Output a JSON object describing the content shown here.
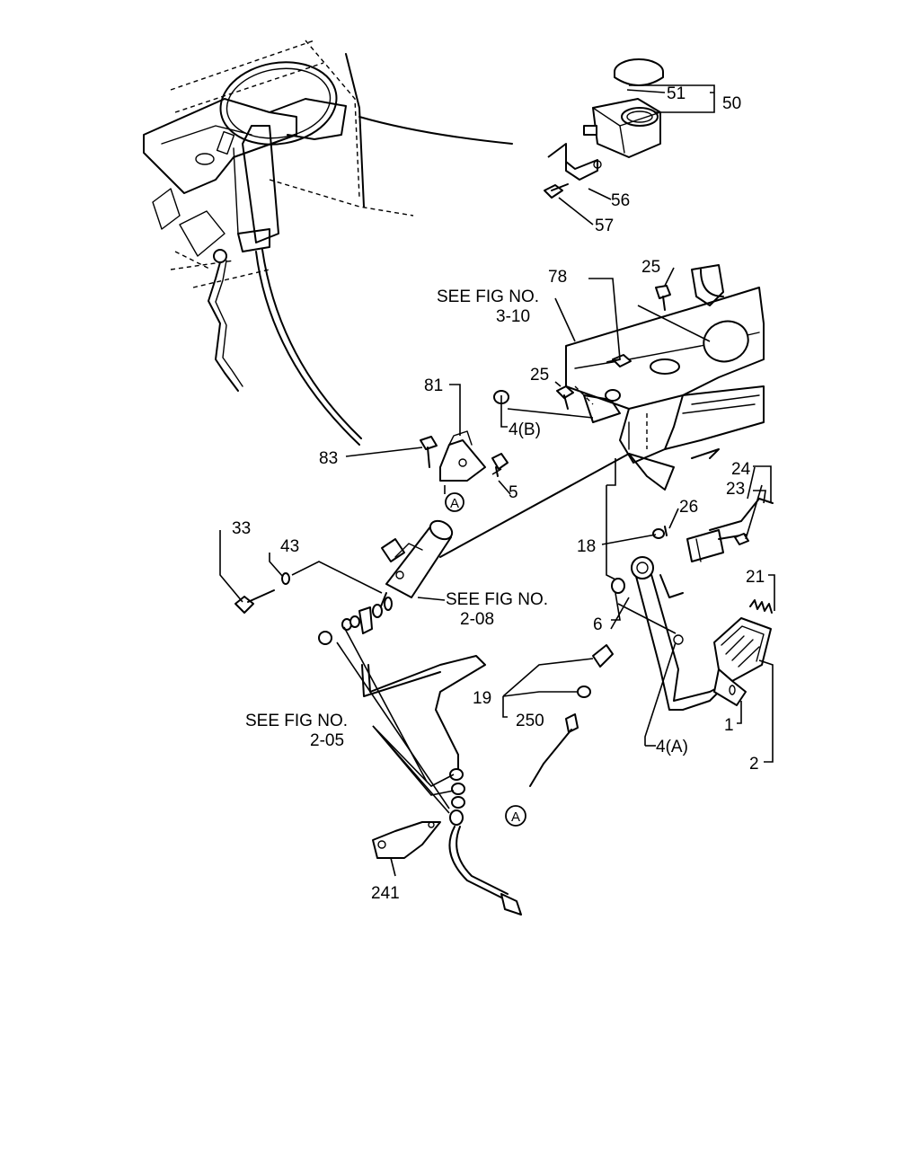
{
  "labels": {
    "p51": "51",
    "p50": "50",
    "p56": "56",
    "p57": "57",
    "p78": "78",
    "p25a": "25",
    "p25b": "25",
    "p81": "81",
    "p4b": "4(B)",
    "p83": "83",
    "p5": "5",
    "p24": "24",
    "p23": "23",
    "p26": "26",
    "p18": "18",
    "p33": "33",
    "p43": "43",
    "p21": "21",
    "p6": "6",
    "p19": "19",
    "p250": "250",
    "p1": "1",
    "p4a": "4(A)",
    "p2": "2",
    "p241": "241"
  },
  "refs": {
    "fig310_l1": "SEE FIG NO.",
    "fig310_l2": "3-10",
    "fig208_l1": "SEE FIG NO.",
    "fig208_l2": "2-08",
    "fig205_l1": "SEE FIG NO.",
    "fig205_l2": "2-05"
  },
  "markers": {
    "a_top": "A",
    "a_bottom": "A"
  }
}
